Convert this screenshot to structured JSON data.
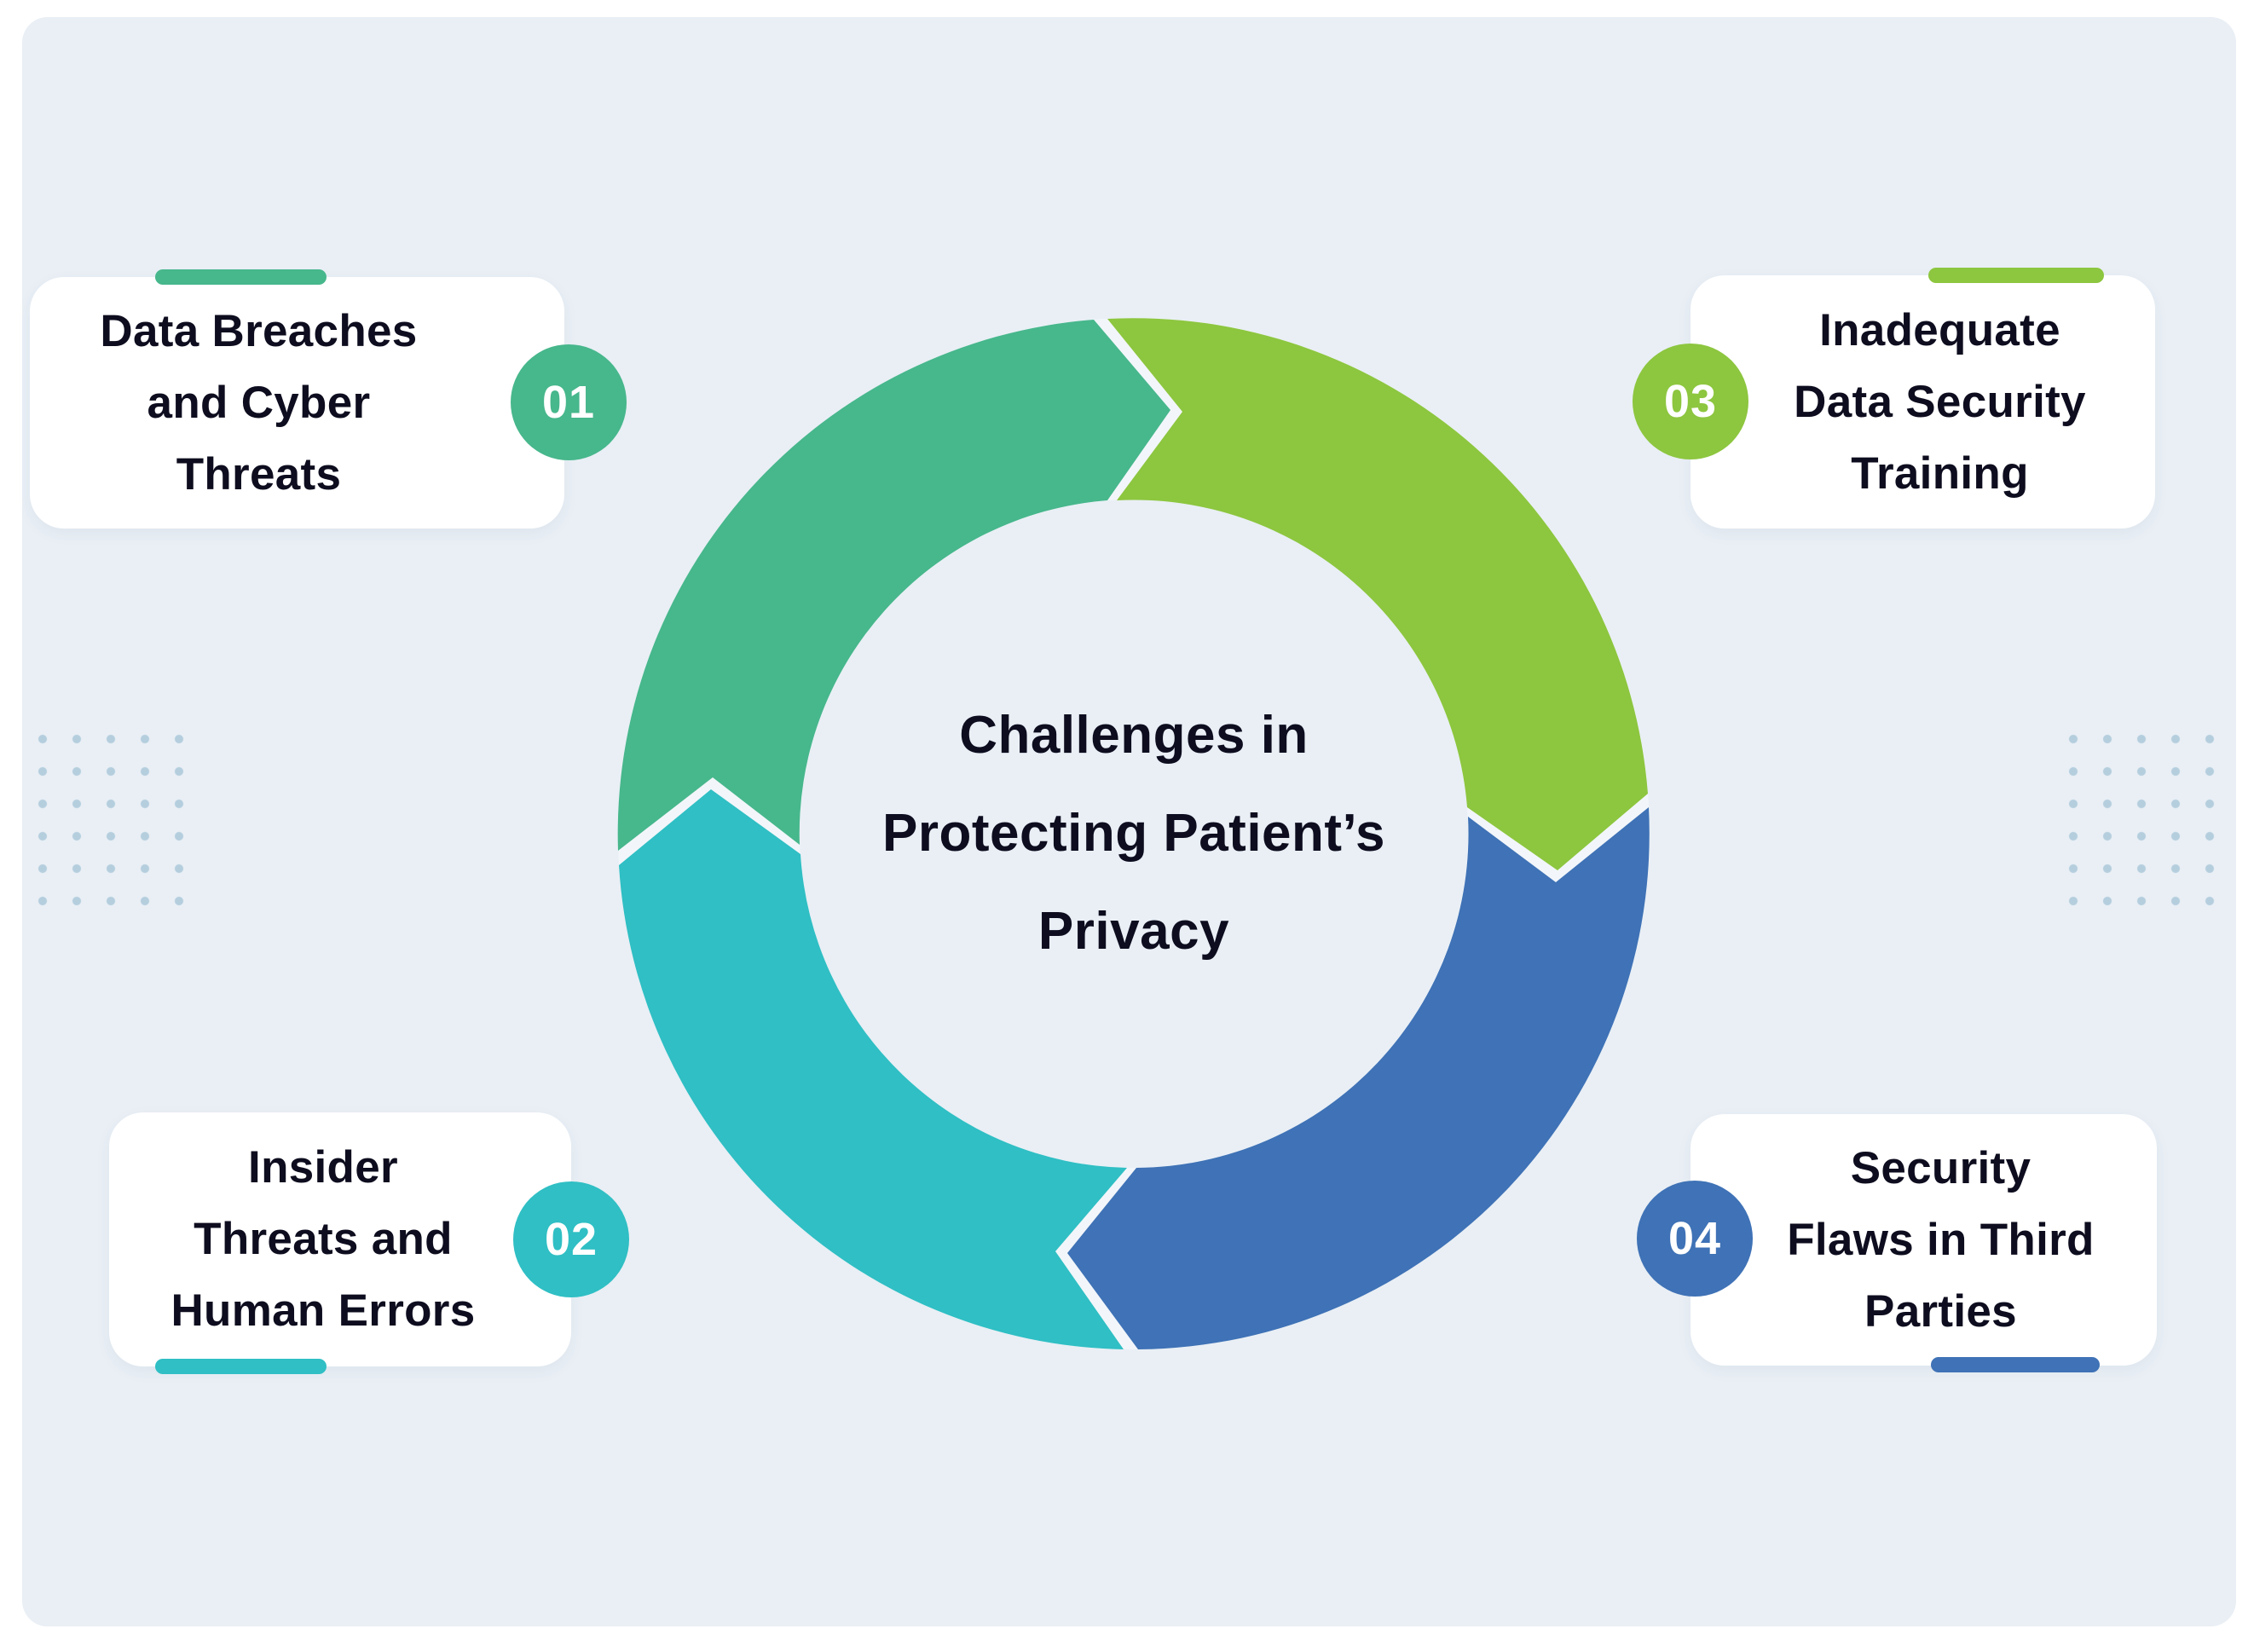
{
  "page": {
    "background_color": "#ffffff",
    "surface_color": "#e9eff5"
  },
  "title": {
    "lines": [
      "Challenges in",
      "Protecting Patient’s",
      "Privacy"
    ],
    "color": "#0d0d1f"
  },
  "cycle": {
    "type": "cycle-diagram",
    "direction": "clockwise",
    "segments": [
      {
        "id": "01",
        "label": "Data Breaches and Cyber Threats",
        "color": "#47b78c",
        "position": "top-left"
      },
      {
        "id": "03",
        "label": "Inadequate Data Security Training",
        "color": "#8dc63f",
        "position": "top-right"
      },
      {
        "id": "04",
        "label": "Security Flaws in Third Parties",
        "color": "#3f72b6",
        "position": "bottom-right"
      },
      {
        "id": "02",
        "label": "Insider Threats and Human Errors",
        "color": "#2fbfc4",
        "position": "bottom-left"
      }
    ],
    "ring_gap_color": "#f2f6fa"
  },
  "cards": [
    {
      "number": "01",
      "lines": [
        "Data Breaches",
        "and Cyber",
        "Threats"
      ],
      "accent": "#47b78c",
      "badge_side": "right"
    },
    {
      "number": "02",
      "lines": [
        "Insider",
        "Threats and",
        "Human Errors"
      ],
      "accent": "#2fbfc4",
      "badge_side": "right"
    },
    {
      "number": "03",
      "lines": [
        "Inadequate",
        "Data Security",
        "Training"
      ],
      "accent": "#8dc63f",
      "badge_side": "left"
    },
    {
      "number": "04",
      "lines": [
        "Security",
        "Flaws in Third",
        "Parties"
      ],
      "accent": "#3f72b6",
      "badge_side": "left"
    }
  ],
  "decor": {
    "dot_color": "#b5cede"
  }
}
